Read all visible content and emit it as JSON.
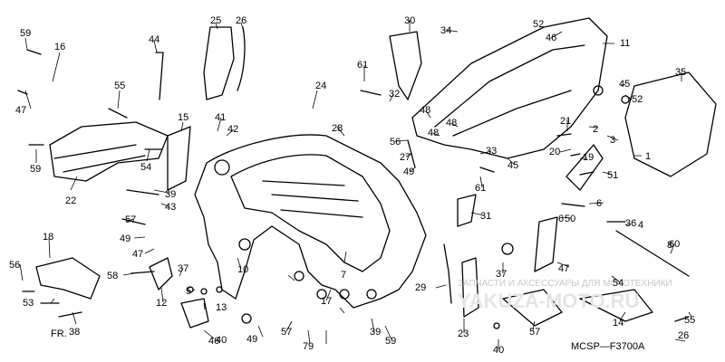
{
  "diagram": {
    "drawing_code": "MCSP—F3700A",
    "direction_label": "FR.",
    "watermark_lines": [
      "ЗАПЧАСТИ И АКСЕССУАРЫ ДЛЯ МОТОТЕХНИКИ",
      "YAKUZA-MOTO.RU"
    ],
    "labels": [
      "59",
      "16",
      "47",
      "59",
      "22",
      "55",
      "15",
      "54",
      "39",
      "43",
      "41",
      "42",
      "25",
      "26",
      "44",
      "24",
      "28",
      "30",
      "34",
      "46",
      "11",
      "61",
      "32",
      "48",
      "48",
      "35",
      "52",
      "45",
      "2",
      "21",
      "3",
      "20",
      "1",
      "19",
      "51",
      "56",
      "27",
      "49",
      "33",
      "61",
      "48",
      "45",
      "31",
      "57",
      "49",
      "47",
      "58",
      "18",
      "56",
      "53",
      "38",
      "12",
      "37",
      "5",
      "10",
      "13",
      "40",
      "6",
      "4",
      "50",
      "8",
      "37",
      "49",
      "57",
      "7",
      "7",
      "17",
      "14",
      "6",
      "36",
      "60",
      "55",
      "54",
      "47",
      "26",
      "29",
      "23",
      "57",
      "9",
      "39",
      "59",
      "40",
      "46",
      "52"
    ]
  }
}
